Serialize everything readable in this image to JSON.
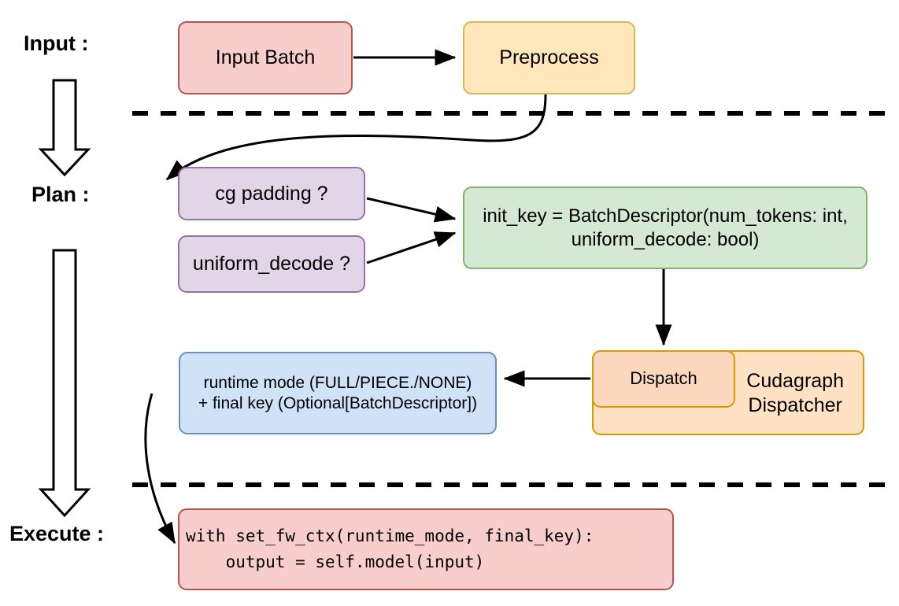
{
  "diagram": {
    "title": "vLLM cudagraph dispatch pipeline",
    "background": "#ffffff",
    "stage_labels": [
      {
        "id": "input",
        "text": "Input :"
      },
      {
        "id": "plan",
        "text": "Plan :"
      },
      {
        "id": "execute",
        "text": "Execute :"
      }
    ],
    "nodes": {
      "input_batch": {
        "label": "Input Batch",
        "fill": "#f8cecc",
        "stroke": "#b85450"
      },
      "preprocess": {
        "label": "Preprocess",
        "fill": "#ffe6bb",
        "stroke": "#d6b656"
      },
      "cg_padding": {
        "label": "cg padding ?",
        "fill": "#e1d5e7",
        "stroke": "#9673a6"
      },
      "uniform_decode": {
        "label": "uniform_decode ?",
        "fill": "#e1d5e7",
        "stroke": "#9673a6"
      },
      "init_key": {
        "label": "init_key = BatchDescriptor(num_tokens: int,\nuniform_decode: bool)",
        "fill": "#d5e8d4",
        "stroke": "#82b366"
      },
      "dispatch": {
        "label": "Dispatch",
        "fill": "#fad7bd",
        "stroke": "#d79b00"
      },
      "cudagraph_dispatcher": {
        "label": "Cudagraph\nDispatcher",
        "fill": "#ffe2c4",
        "stroke": "#d79b00"
      },
      "runtime_mode": {
        "label": "runtime mode (FULL/PIECE./NONE)\n+ final key (Optional[BatchDescriptor])",
        "fill": "#cfe2f7",
        "stroke": "#6c8ebf"
      },
      "code_block": {
        "label": "with set_fw_ctx(runtime_mode, final_key):\n    output = self.model(input)",
        "fill": "#f8cecc",
        "stroke": "#b85450"
      }
    },
    "separators": [
      {
        "id": "input-plan-divider",
        "style": "dashed",
        "color": "#000000"
      },
      {
        "id": "plan-execute-divider",
        "style": "dashed",
        "color": "#000000"
      }
    ],
    "flow_arrows": [
      {
        "id": "input-batch-to-preprocess",
        "from": "input_batch",
        "to": "preprocess"
      },
      {
        "id": "preprocess-to-cg-padding",
        "from": "preprocess",
        "to": "cg_padding"
      },
      {
        "id": "cg-padding-to-init-key",
        "from": "cg_padding",
        "to": "init_key"
      },
      {
        "id": "uniform-decode-to-init-key",
        "from": "uniform_decode",
        "to": "init_key"
      },
      {
        "id": "init-key-to-dispatch",
        "from": "init_key",
        "to": "dispatch"
      },
      {
        "id": "dispatch-to-runtime-mode",
        "from": "dispatch",
        "to": "runtime_mode"
      },
      {
        "id": "runtime-mode-to-code-block",
        "from": "runtime_mode",
        "to": "code_block"
      }
    ],
    "stage_block_arrows": [
      {
        "id": "input-to-plan-block-arrow",
        "direction": "down"
      },
      {
        "id": "plan-to-execute-block-arrow",
        "direction": "down"
      }
    ]
  }
}
